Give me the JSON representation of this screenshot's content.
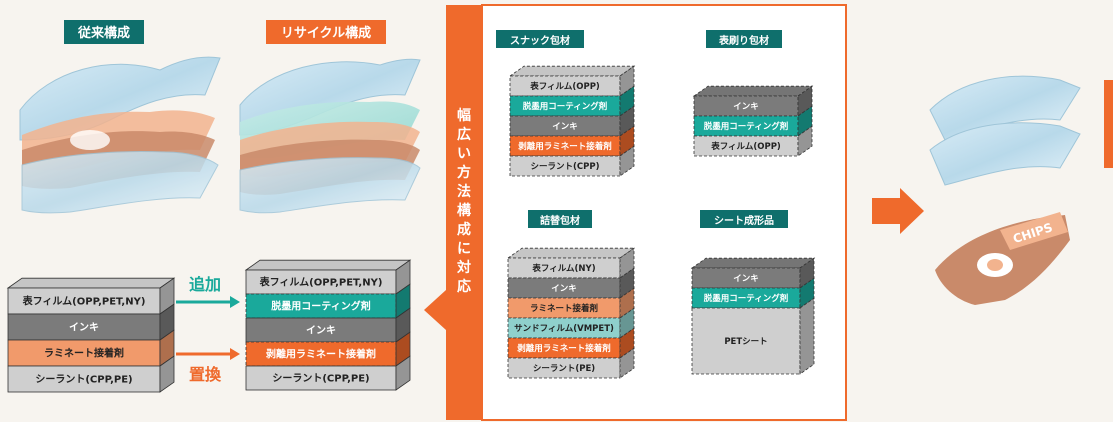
{
  "colors": {
    "bg": "#f7f4ef",
    "teal": "#1aa99b",
    "teal_dark": "#0f6f6c",
    "orange": "#ef6a2c",
    "orange_light": "#f19a6b",
    "gray_dark": "#7b7b7b",
    "gray_light": "#cfcfcf",
    "cyan_light": "#8fd0cc"
  },
  "headings": {
    "conventional": "従来構成",
    "recycle": "リサイクル構成"
  },
  "arrows": {
    "add": "追加",
    "replace": "置換"
  },
  "vertical_label": "幅広い方法構成に対応",
  "conventional_stack": [
    {
      "label": "表フィルム(OPP,PET,NY)",
      "fill": "gray_light"
    },
    {
      "label": "インキ",
      "fill": "gray_dark"
    },
    {
      "label": "ラミネート接着剤",
      "fill": "orange_light"
    },
    {
      "label": "シーラント(CPP,PE)",
      "fill": "gray_light"
    }
  ],
  "recycle_stack": [
    {
      "label": "表フィルム(OPP,PET,NY)",
      "fill": "gray_light"
    },
    {
      "label": "脱墨用コーティング剤",
      "fill": "teal",
      "highlight": true
    },
    {
      "label": "インキ",
      "fill": "gray_dark"
    },
    {
      "label": "剥離用ラミネート接着剤",
      "fill": "orange",
      "highlight": true
    },
    {
      "label": "シーラント(CPP,PE)",
      "fill": "gray_light"
    }
  ],
  "panels": [
    {
      "title": "スナック包材",
      "layers": [
        {
          "label": "表フィルム(OPP)",
          "fill": "gray_light"
        },
        {
          "label": "脱墨用コーティング剤",
          "fill": "teal"
        },
        {
          "label": "インキ",
          "fill": "gray_dark"
        },
        {
          "label": "剥離用ラミネート接着剤",
          "fill": "orange"
        },
        {
          "label": "シーラント(CPP)",
          "fill": "gray_light"
        }
      ]
    },
    {
      "title": "表刷り包材",
      "layers": [
        {
          "label": "インキ",
          "fill": "gray_dark"
        },
        {
          "label": "脱墨用コーティング剤",
          "fill": "teal"
        },
        {
          "label": "表フィルム(OPP)",
          "fill": "gray_light"
        }
      ]
    },
    {
      "title": "詰替包材",
      "layers": [
        {
          "label": "表フィルム(NY)",
          "fill": "gray_light"
        },
        {
          "label": "インキ",
          "fill": "gray_dark"
        },
        {
          "label": "ラミネート接着剤",
          "fill": "orange_light"
        },
        {
          "label": "サンドフィルム(VMPET)",
          "fill": "cyan_light"
        },
        {
          "label": "剥離用ラミネート接着剤",
          "fill": "orange"
        },
        {
          "label": "シーラント(PE)",
          "fill": "gray_light"
        }
      ]
    },
    {
      "title": "シート成形品",
      "layers": [
        {
          "label": "インキ",
          "fill": "gray_dark"
        },
        {
          "label": "脱墨用コーティング剤",
          "fill": "teal"
        },
        {
          "label": "PETシート",
          "fill": "gray_light",
          "tall": true
        }
      ]
    }
  ],
  "chips_label": "CHIPS"
}
